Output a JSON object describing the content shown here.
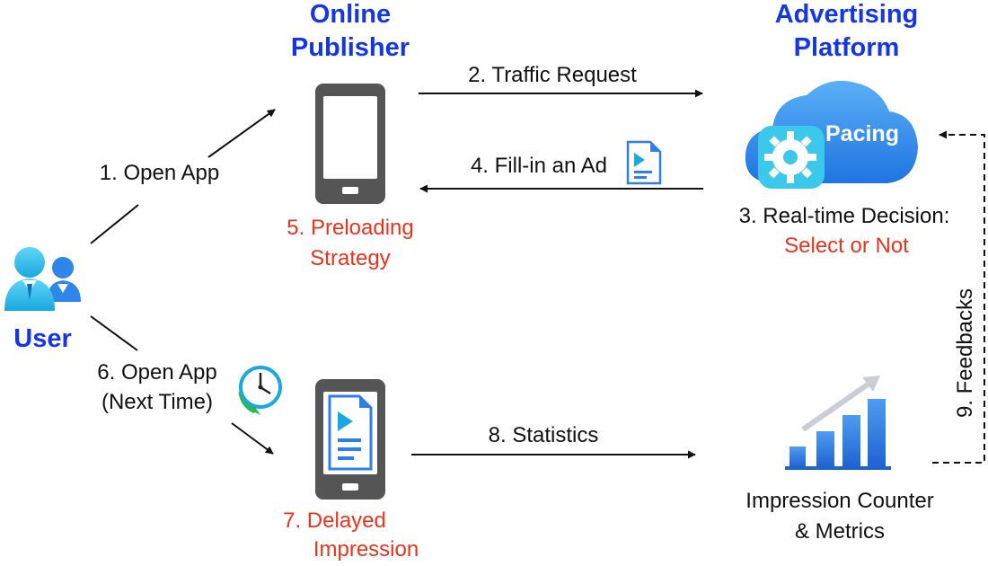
{
  "nodes": {
    "publisher_title_line1": "Online",
    "publisher_title_line2": "Publisher",
    "platform_title_line1": "Advertising",
    "platform_title_line2": "Platform",
    "user_label": "User",
    "pacing_label": "Pacing",
    "preloading_line1": "5. Preloading",
    "preloading_line2": "Strategy",
    "decision_line1": "3. Real-time Decision:",
    "decision_line2": "Select or Not",
    "delayed_line1": "7. Delayed",
    "delayed_line2": "Impression",
    "counter_line1": "Impression Counter",
    "counter_line2": "& Metrics"
  },
  "edges": {
    "open_app": "1. Open App",
    "traffic_request": "2. Traffic Request",
    "fill_in_ad": "4. Fill-in an Ad",
    "open_app_next_line1": "6. Open App",
    "open_app_next_line2": "(Next Time)",
    "statistics": "8. Statistics",
    "feedbacks": "9. Feedbacks"
  },
  "colors": {
    "heading_blue": "#1437e6",
    "highlight_red": "#e8341c",
    "phone_gray": "#555555",
    "cloud_blue": "#2f8ff0",
    "gear_cyan": "#3cc8ea",
    "bar_blue": "#2f7fe8"
  },
  "icons": [
    "user-group-icon",
    "phone-icon",
    "phone-with-ad-icon",
    "cloud-icon",
    "gear-icon",
    "document-icon",
    "clock-icon",
    "bar-chart-icon"
  ]
}
